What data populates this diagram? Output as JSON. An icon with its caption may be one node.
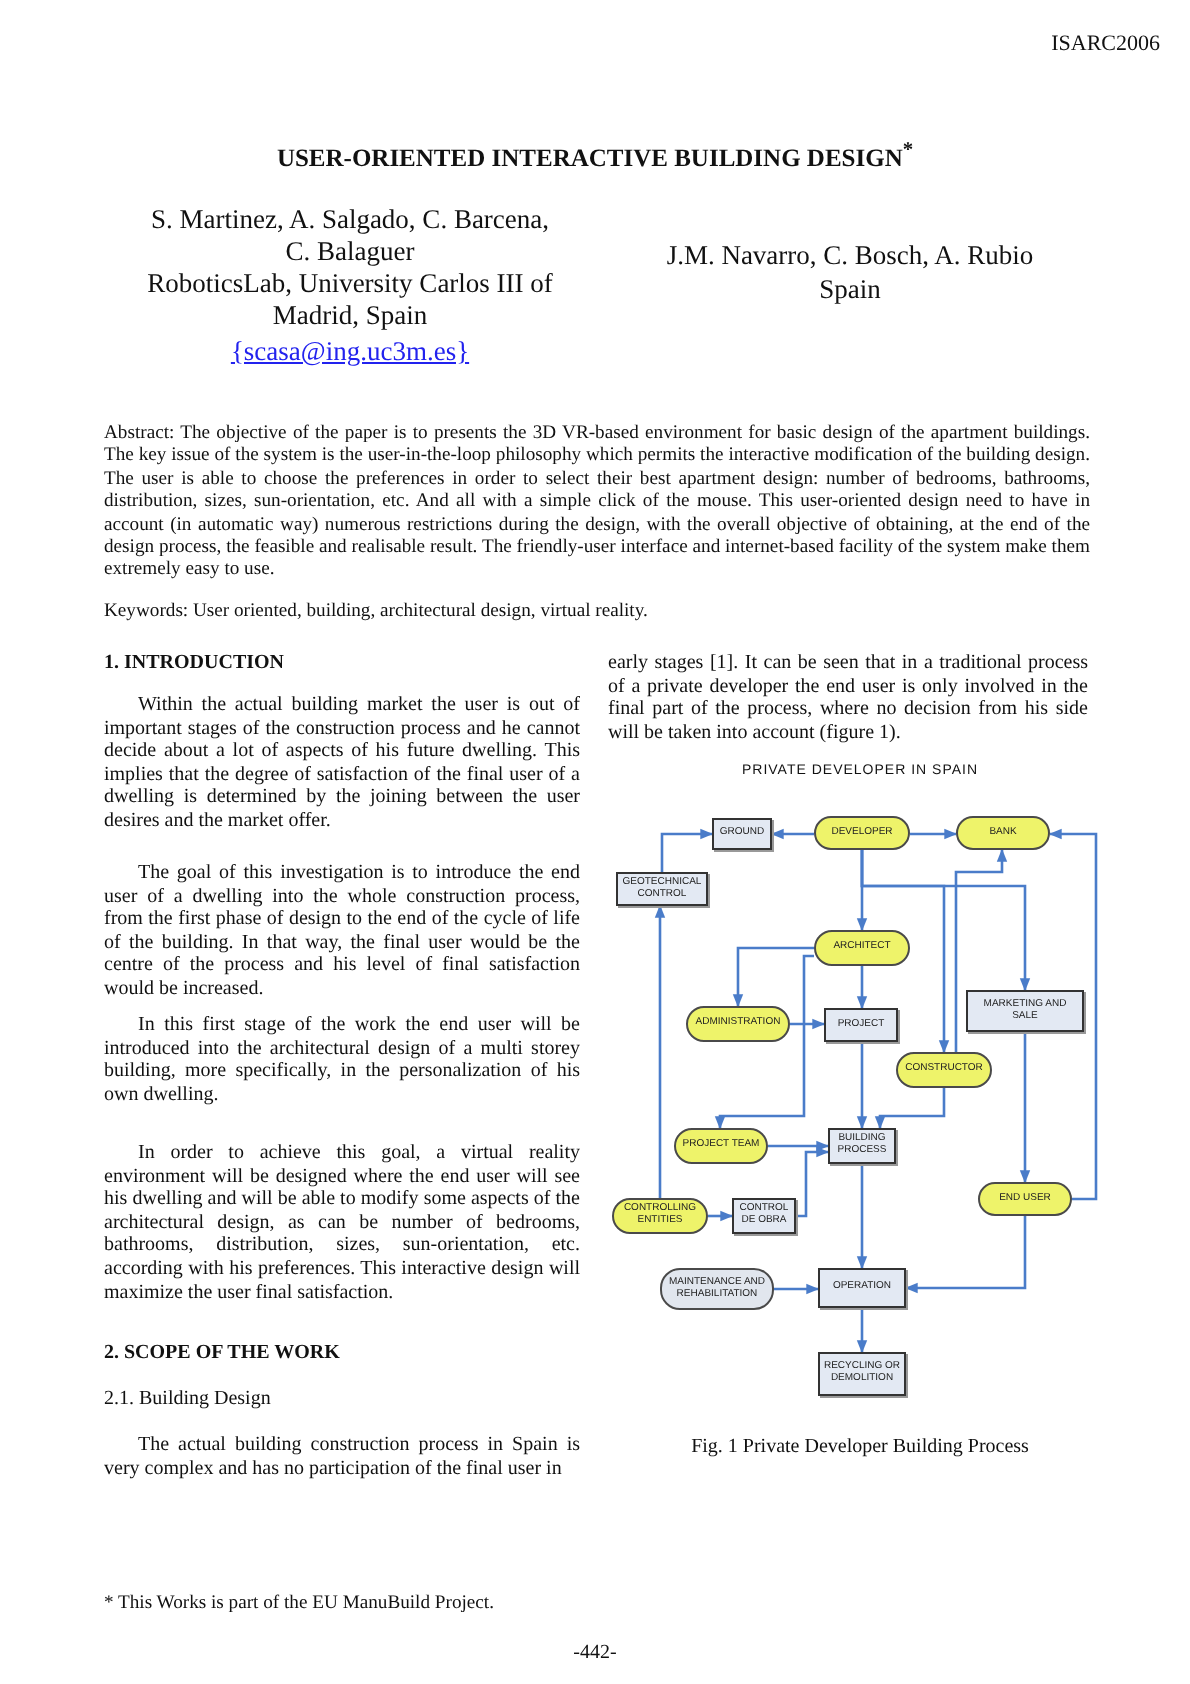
{
  "diagram": {
    "title": "USER-ORIENTED INTERACTIVE BUILDING DESIGN$^{*}$",
    "caption": "Fig. 1 Private Developer Building Process",
    "nodes": [
      {
        "text": [
          "GROUND"
        ]
      },
      {
        "text": [
          "DEVELOPER"
        ]
      },
      {
        "text": [
          "BANK"
        ]
      },
      {
        "text": [
          "GEOTECHNICAL CONTROL"
        ]
      },
      {
        "text": [
          "ARCHITECT"
        ]
      },
      {
        "text": [
          "ADMINISTRATION"
        ]
      },
      {
        "text": [
          "PROJECT"
        ]
      },
      {
        "text": [
          "MARKETING AND SALE"
        ]
      },
      {
        "text": [
          "CONSTRUCTOR"
        ]
      },
      {
        "text": [
          "PROJECT TEAM"
        ]
      },
      {
        "text": [
          "BUILDING PROCESS"
        ]
      },
      {
        "text": [
          "CONTROLLING ENTITIES"
        ]
      },
      {
        "text": [
          "CONTROL DE OBRA"
        ]
      },
      {
        "text": [
          "END USER"
        ]
      },
      {
        "text": [
          "MAINTENANCE AND REHABILITATION"
        ]
      },
      {
        "text": [
          "OPERATION"
        ]
      },
      {
        "text": [
          "RECYCLING OR DEMOLITION"
        ]
      }
    ],
    "edges": [
      {
        "from": 1,
        "to": 0,
        "arrow": "to"
      },
      {
        "from": 1,
        "to": 2,
        "arrow": "to"
      },
      {
        "from": 3,
        "to": 0,
        "arrow": "to"
      },
      {
        "from": 11,
        "to": 3,
        "arrow": "to"
      },
      {
        "from": 1,
        "to": 4,
        "arrow": "to"
      },
      {
        "from": 1,
        "to": 7,
        "arrow": "to"
      },
      {
        "from": 1,
        "to": 8,
        "arrow": "to"
      },
      {
        "from": 8,
        "to": 2,
        "arrow": "to"
      },
      {
        "from": 4,
        "to": 5,
        "arrow": "to"
      },
      {
        "from": 4,
        "to": 6,
        "arrow": "to"
      },
      {
        "from": 5,
        "to": 6,
        "arrow": "to"
      },
      {
        "from": 4,
        "to": 9,
        "arrow": "to"
      },
      {
        "from": 6,
        "to": 10,
        "arrow": "to"
      },
      {
        "from": 8,
        "to": 10,
        "arrow": "to"
      },
      {
        "from": 9,
        "to": 10,
        "arrow": "to"
      },
      {
        "from": 11,
        "to": 12,
        "arrow": "to"
      },
      {
        "from": 12,
        "to": 10,
        "arrow": "to"
      },
      {
        "from": 7,
        "to": 13,
        "arrow": "to"
      },
      {
        "from": 13,
        "to": 2,
        "arrow": "to"
      },
      {
        "from": 10,
        "to": 15,
        "arrow": "to"
      },
      {
        "from": 14,
        "to": 15,
        "arrow": "to"
      },
      {
        "from": 13,
        "to": 15,
        "arrow": "to"
      },
      {
        "from": 15,
        "to": 16,
        "arrow": "to"
      }
    ],
    "labels": [
      "ISARC2006",
      "S. Martinez, A. Salgado, C. Barcena, C. Balaguer",
      "RoboticsLab, University Carlos III of Madrid, Spain",
      "{scasa@ing.uc3m.es}",
      "J.M. Navarro, C. Bosch, A. Rubio",
      "Spain",
      "Abstract: The objective of the paper is to presents the 3D VR-based environment for basic design of the apartment buildings. The key issue of the system is the user-in-the-loop philosophy which permits the interactive modification of the building design. The user is able to choose the preferences in order to select their best apartment design: number of bedrooms, bathrooms, distribution, sizes, sun-orientation, etc. And all with a simple click of the mouse. This user-oriented design need to have in account (in automatic way) numerous restrictions during the design, with the overall objective of obtaining, at the end of the design process, the feasible and realisable result. The friendly-user interface and internet-based facility of the system make them extremely easy to use.",
      "Keywords: User oriented, building, architectural design, virtual reality.",
      "1. INTRODUCTION",
      "Within the actual building market the user is out of important stages of the construction process and he cannot decide about a lot of aspects of his future dwelling. This implies that the degree of satisfaction of the final user of a dwelling is determined by the joining between the user desires and the market offer.",
      "The goal of this investigation is to introduce the end user of a dwelling into the whole construction process, from the first phase of design to the end of the cycle of life of the building. In that way, the final user would be the centre of the process and his level of final satisfaction would be increased.",
      "In this first stage of the work the end user will be introduced into the architectural design of a multi storey building, more specifically, in the personalization of his own dwelling.",
      "In order to achieve this goal, a virtual reality environment will be designed where the end user will see his dwelling and will be able to modify some aspects of the architectural design, as can be number of bedrooms, bathrooms, distribution, sizes, sun-orientation, etc. according with his preferences. This interactive design will maximize the user final satisfaction.",
      "2. SCOPE OF THE WORK",
      "2.1. Building Design",
      "The actual building construction process in Spain is very complex and has no participation of the final user in",
      "early stages [1]. It can be seen that in a traditional process of a private developer the end user is only involved in the final part of the process, where no decision from his side will be taken into account (figure 1).",
      "PRIVATE DEVELOPER IN SPAIN",
      "* This Works is part of the EU ManuBuild Project.",
      "-442-"
    ]
  }
}
